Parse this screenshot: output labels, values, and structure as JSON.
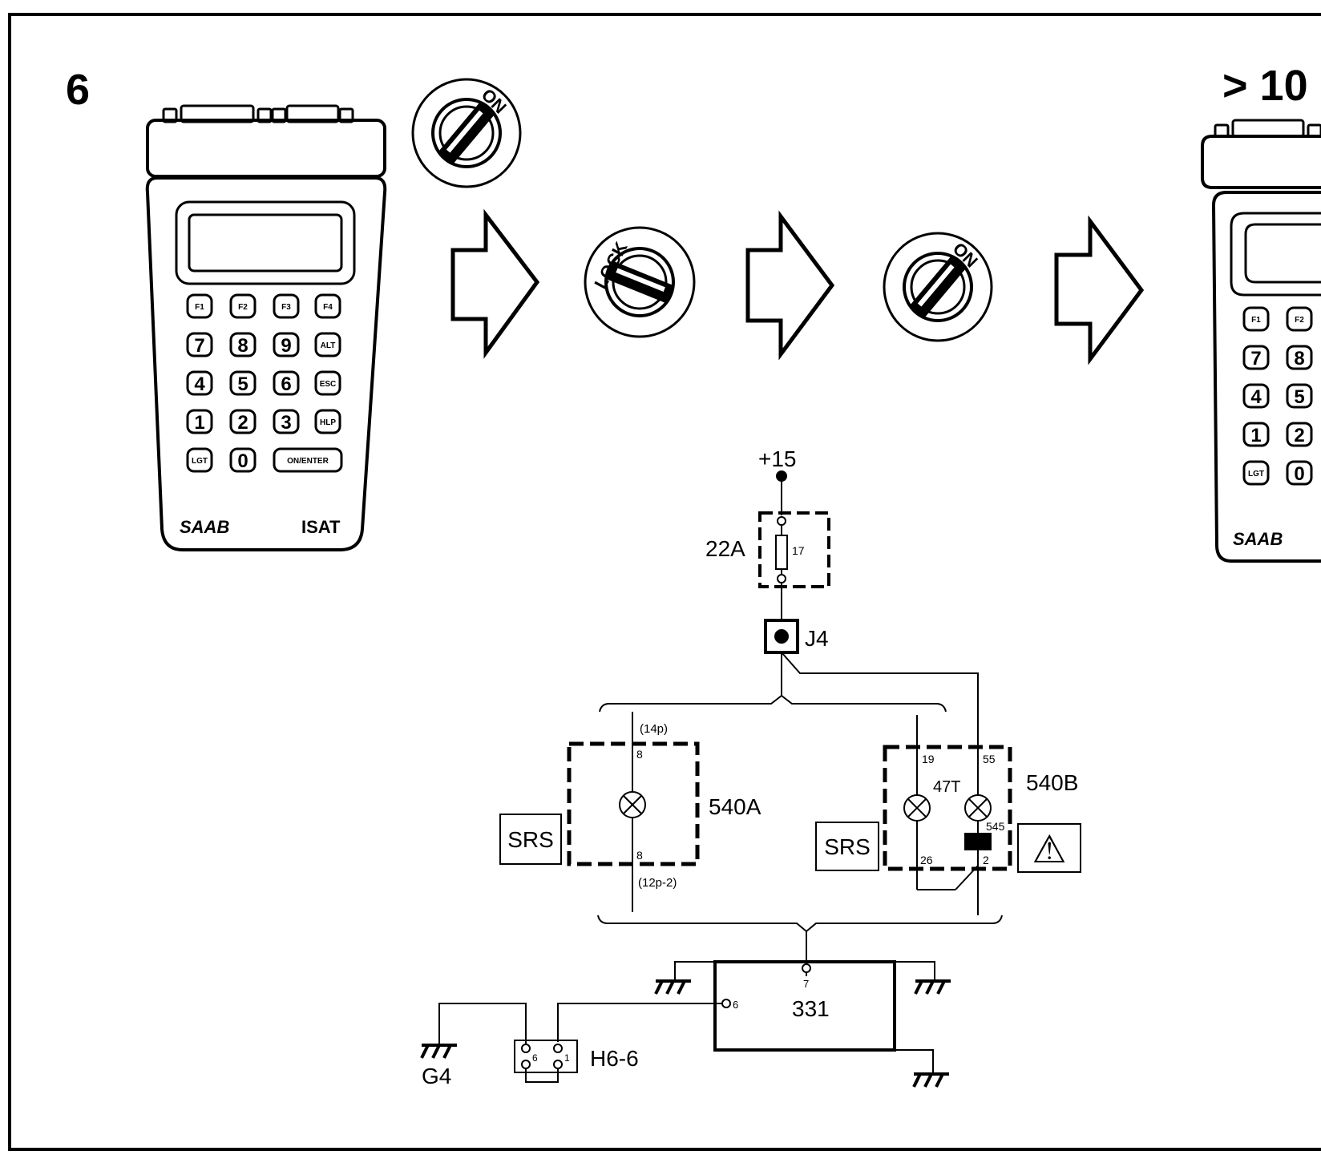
{
  "steps": {
    "current": "6",
    "next": "> 10"
  },
  "tester": {
    "brand": "SAAB",
    "model": "ISAT",
    "keys": [
      [
        "F1",
        "F2",
        "F3",
        "F4"
      ],
      [
        "7",
        "8",
        "9",
        "ALT"
      ],
      [
        "4",
        "5",
        "6",
        "ESC"
      ],
      [
        "1",
        "2",
        "3",
        "HLP"
      ],
      [
        "LGT",
        "0",
        "ON/ENTER"
      ]
    ]
  },
  "ignition": {
    "on_label": "ON",
    "lock_label": "LOCK"
  },
  "circuit": {
    "supply": "+15",
    "fuse_box": "22A",
    "fuse_number": "17",
    "junction": "J4",
    "module_a": {
      "label": "540A",
      "connector_top": "(14p)",
      "pin_top": "8",
      "pin_bottom": "8",
      "connector_bottom": "(12p-2)",
      "indicator": "SRS"
    },
    "module_b": {
      "label": "540B",
      "sub_label": "47T",
      "pin_19": "19",
      "pin_55": "55",
      "pin_545": "545",
      "pin_26": "26",
      "pin_2": "2",
      "indicator": "SRS",
      "warning": "⚠"
    },
    "control_unit": {
      "label": "331",
      "pin_7": "7",
      "pin_6": "6"
    },
    "connector": {
      "label": "H6-6",
      "pin_6": "6",
      "pin_1": "1"
    },
    "ground": "G4"
  }
}
